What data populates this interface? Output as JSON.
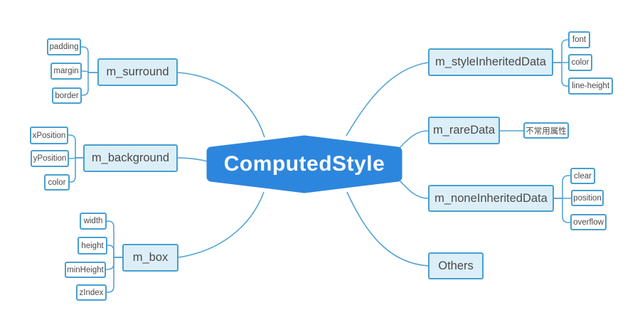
{
  "mindmap": {
    "root": {
      "label": "ComputedStyle"
    },
    "left_branches": [
      {
        "label": "m_surround",
        "children": [
          {
            "label": "padding"
          },
          {
            "label": "margin"
          },
          {
            "label": "border"
          }
        ]
      },
      {
        "label": "m_background",
        "children": [
          {
            "label": "xPosition"
          },
          {
            "label": "yPosition"
          },
          {
            "label": "color"
          }
        ]
      },
      {
        "label": "m_box",
        "children": [
          {
            "label": "width"
          },
          {
            "label": "height"
          },
          {
            "label": "minHeight"
          },
          {
            "label": "zIndex"
          }
        ]
      }
    ],
    "right_branches": [
      {
        "label": "m_styleInheritedData",
        "children": [
          {
            "label": "font"
          },
          {
            "label": "color"
          },
          {
            "label": "line-height"
          }
        ]
      },
      {
        "label": "m_rareData",
        "children": [
          {
            "label": "不常用属性"
          }
        ]
      },
      {
        "label": "m_noneInheritedData",
        "children": [
          {
            "label": "clear"
          },
          {
            "label": "position"
          },
          {
            "label": "overflow"
          }
        ]
      },
      {
        "label": "Others",
        "children": []
      }
    ]
  },
  "colors": {
    "background": "#ffffff",
    "root_fill": "#2d86dd",
    "root_text": "#ffffff",
    "edge_line": "#54a3d6",
    "node_border": "#47a0cf",
    "branch_fill": "#dceff8",
    "leaf_fill": "#ffffff",
    "node_text": "#4a4a4a"
  }
}
